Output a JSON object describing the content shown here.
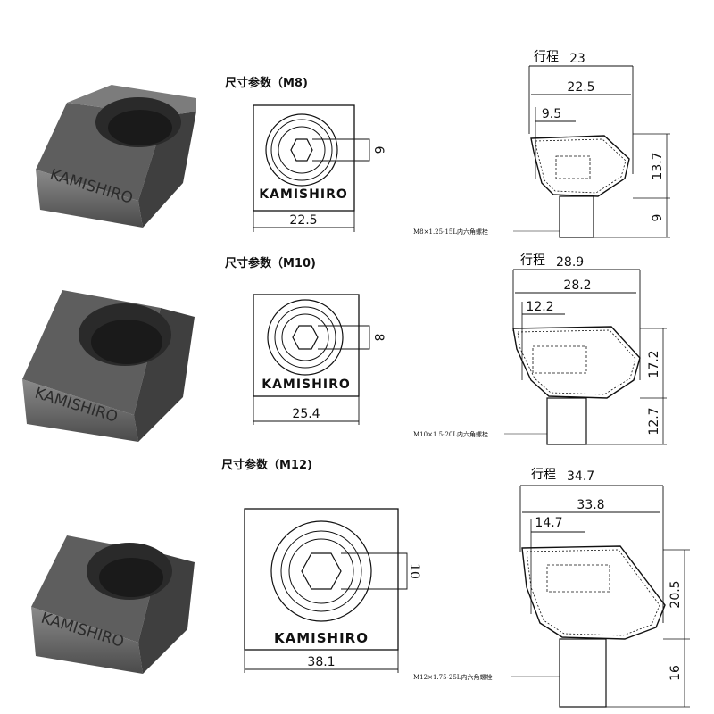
{
  "brand": "KAMISHIRO",
  "stroke_text_label": "行程",
  "colors": {
    "metal_dark": "#3d3d3d",
    "metal_mid": "#6a6a6a",
    "metal_light": "#9a9a9a",
    "line": "#111111"
  },
  "sizes": [
    {
      "title": "尺寸参数（M8)",
      "front_width": "22.5",
      "hex_size": "6",
      "stroke": "23",
      "side_width": "22.5",
      "hole_offset": "9.5",
      "body_height": "13.7",
      "bolt_length": "9",
      "bolt_note": "M8×1.25-15L内六角螺栓"
    },
    {
      "title": "尺寸参数（M10)",
      "front_width": "25.4",
      "hex_size": "8",
      "stroke": "28.9",
      "side_width": "28.2",
      "hole_offset": "12.2",
      "body_height": "17.2",
      "bolt_length": "12.7",
      "bolt_note": "M10×1.5-20L内六角螺栓"
    },
    {
      "title": "尺寸参数（M12)",
      "front_width": "38.1",
      "hex_size": "10",
      "stroke": "34.7",
      "side_width": "33.8",
      "hole_offset": "14.7",
      "body_height": "20.5",
      "bolt_length": "16",
      "bolt_note": "M12×1.75-25L内六角螺栓"
    }
  ]
}
